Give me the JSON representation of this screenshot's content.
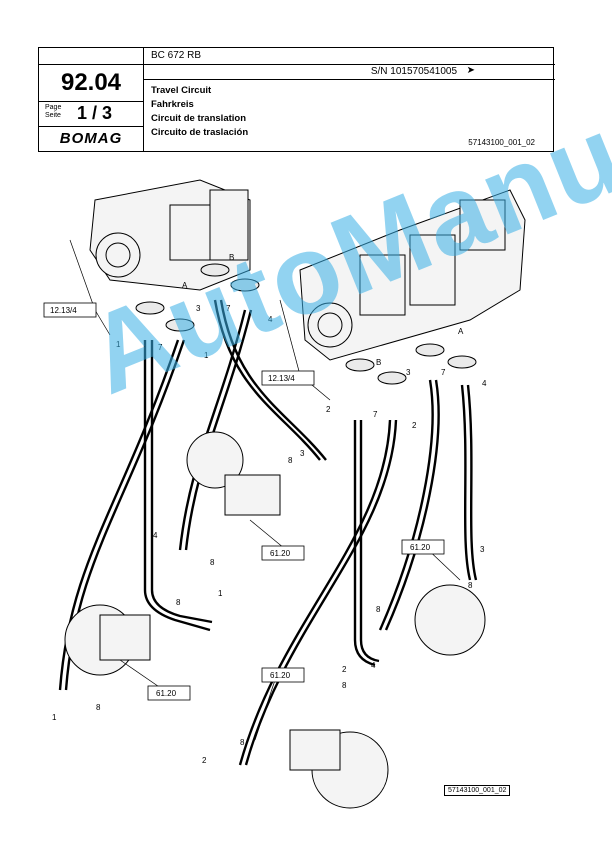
{
  "header": {
    "model": "BC 672 RB",
    "serial": "S/N 101570541005",
    "serial_arrow": "➤",
    "section": "92.04",
    "page_label_1": "Page",
    "page_label_2": "Seite",
    "page_number": "1 / 3",
    "logo": "BOMAG",
    "titles": [
      "Travel Circuit",
      "Fahrkreis",
      "Circuit de translation",
      "Circuito de traslación"
    ],
    "doc_id": "57143100_001_02"
  },
  "diagram": {
    "ref_labels": [
      "12.13/4",
      "12.13/4",
      "61.20",
      "61.20",
      "61.20",
      "61.20"
    ],
    "part_numbers": [
      "1",
      "2",
      "3",
      "4",
      "7",
      "8",
      "A",
      "B"
    ],
    "footer_id": "57143100_001_02"
  },
  "watermark": "AutoManual",
  "colors": {
    "watermark": "#3ab0e6",
    "line": "#000000"
  }
}
